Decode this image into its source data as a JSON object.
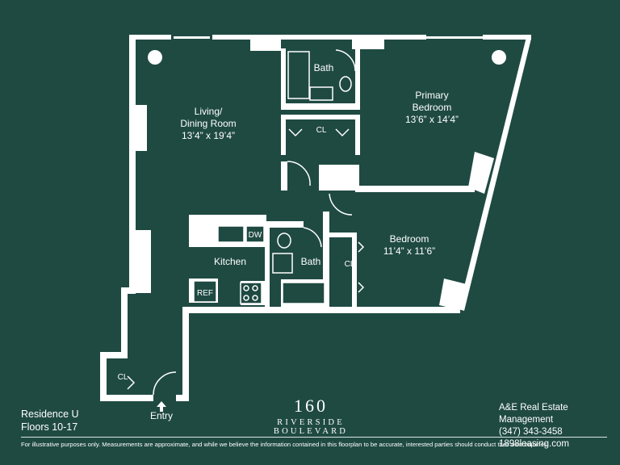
{
  "rooms": {
    "living": {
      "name_line1": "Living/",
      "name_line2": "Dining Room",
      "dims": "13’4” x 19’4”"
    },
    "primary_bedroom": {
      "name_line1": "Primary",
      "name_line2": "Bedroom",
      "dims": "13’6” x 14’4”"
    },
    "bedroom": {
      "name": "Bedroom",
      "dims": "11’4” x 11’6”"
    },
    "kitchen": {
      "name": "Kitchen"
    },
    "bath_top": {
      "name": "Bath"
    },
    "bath_bottom": {
      "name": "Bath"
    }
  },
  "fixtures": {
    "cl_upper": "CL",
    "cl_small": "CL",
    "cl_bedroom": "CL",
    "cl_entry": "CL",
    "dw": "DW",
    "ref": "REF"
  },
  "residence": {
    "name": "Residence U",
    "floors": "Floors 10-17"
  },
  "entry": {
    "label": "Entry"
  },
  "brand": {
    "number": "160",
    "name": "RIVERSIDE BOULEVARD"
  },
  "management": {
    "company": "A&E Real Estate Management",
    "phone": "(347) 343-3458",
    "website": "1898leasing.com"
  },
  "disclaimer": "For illustrative purposes only.  Measurements are approximate, and while we believe the information contained in this floorplan to be accurate, interested parties should conduct their own inquiries.",
  "colors": {
    "background": "#1f4a42",
    "walls": "#ffffff"
  }
}
